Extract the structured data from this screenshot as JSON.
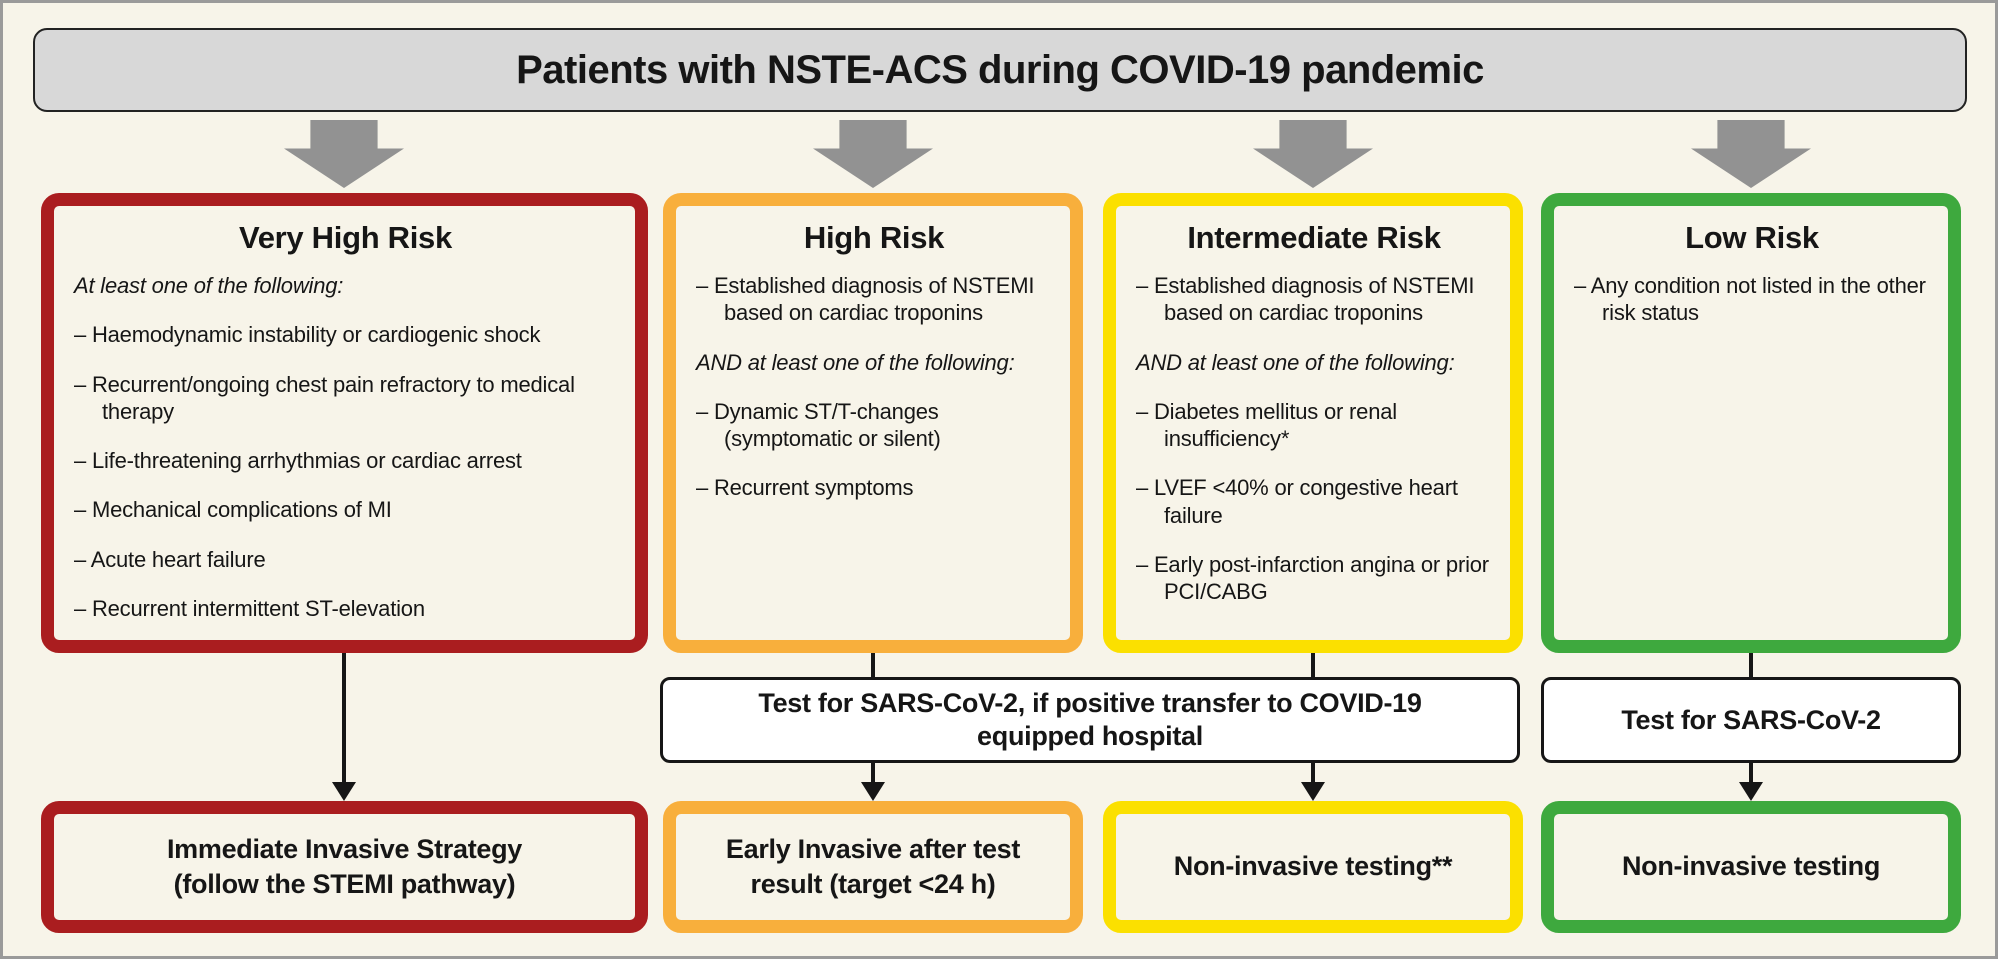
{
  "title": "Patients with NSTE-ACS during COVID-19 pandemic",
  "palette": {
    "background": "#F7F4E9",
    "title_bar_fill": "#D8D8D8",
    "very_high_risk": "#AA1D1F",
    "high_risk": "#F8AF3C",
    "intermediate_risk": "#FBE000",
    "low_risk": "#3EA93E",
    "flow_arrow_grey": "#929292",
    "connector_black": "#161616"
  },
  "columns": [
    {
      "heading": "Very High Risk",
      "blocks": [
        {
          "kind": "note",
          "text": "At least one of the following:"
        },
        {
          "kind": "item",
          "text": "– Haemodynamic instability or cardiogenic shock"
        },
        {
          "kind": "item",
          "text": "– Recurrent/ongoing chest pain refractory to medical therapy"
        },
        {
          "kind": "item",
          "text": "– Life-threatening arrhythmias or cardiac arrest"
        },
        {
          "kind": "item",
          "text": "– Mechanical complications of MI"
        },
        {
          "kind": "item",
          "text": "– Acute heart failure"
        },
        {
          "kind": "item",
          "text": "– Recurrent intermittent ST-elevation"
        }
      ],
      "action_lines": [
        "Immediate Invasive Strategy",
        "(follow the STEMI pathway)"
      ]
    },
    {
      "heading": "High Risk",
      "blocks": [
        {
          "kind": "item",
          "text": "– Established diagnosis of NSTEMI based on cardiac troponins"
        },
        {
          "kind": "note",
          "text": "AND at least one of the following:"
        },
        {
          "kind": "item",
          "text": "– Dynamic ST/T-changes (symptomatic or silent)"
        },
        {
          "kind": "item",
          "text": "– Recurrent symptoms"
        }
      ],
      "action_lines": [
        "Early Invasive after test",
        "result (target <24 h)"
      ]
    },
    {
      "heading": "Intermediate Risk",
      "blocks": [
        {
          "kind": "item",
          "text": "– Established diagnosis of NSTEMI based on cardiac troponins"
        },
        {
          "kind": "note",
          "text": "AND at least one of the following:"
        },
        {
          "kind": "item",
          "text": "– Diabetes mellitus or renal insufficiency*"
        },
        {
          "kind": "item",
          "text": "– LVEF <40% or congestive heart failure"
        },
        {
          "kind": "item",
          "text": "– Early post-infarction angina or prior PCI/CABG"
        }
      ],
      "action_lines": [
        "Non-invasive testing**"
      ]
    },
    {
      "heading": "Low Risk",
      "blocks": [
        {
          "kind": "item",
          "text": "– Any condition not listed in the other risk status"
        }
      ],
      "action_lines": [
        "Non-invasive testing"
      ]
    }
  ],
  "test_band": {
    "combined_lines": [
      "Test for SARS-CoV-2, if positive transfer to COVID-19",
      "equipped hospital"
    ],
    "low_risk": "Test for SARS-CoV-2"
  }
}
